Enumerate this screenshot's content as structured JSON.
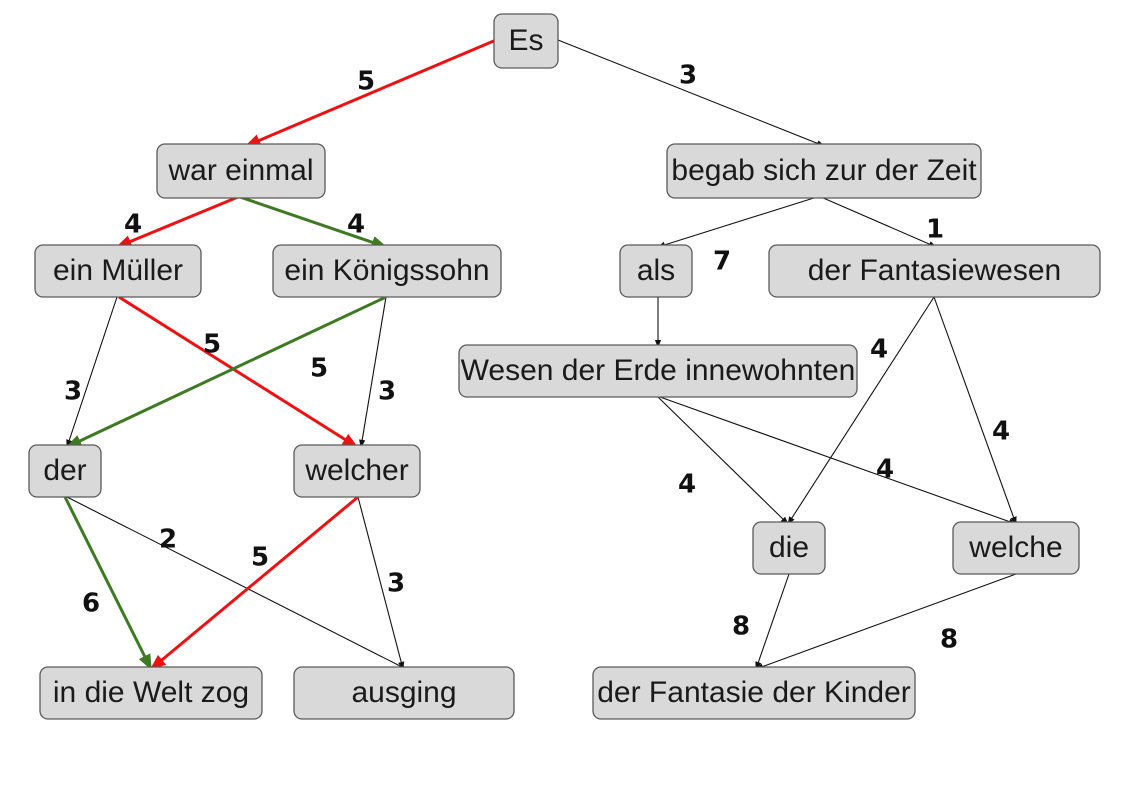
{
  "colors": {
    "black": "#111111",
    "red": "#ee1111",
    "green": "#3d7a22"
  },
  "nodes": [
    {
      "id": "es",
      "label": "Es"
    },
    {
      "id": "war-einmal",
      "label": "war einmal"
    },
    {
      "id": "begab",
      "label": "begab sich zur der Zeit"
    },
    {
      "id": "ein-mueller",
      "label": "ein Müller"
    },
    {
      "id": "ein-koenigssohn",
      "label": "ein Königssohn"
    },
    {
      "id": "als",
      "label": "als"
    },
    {
      "id": "der-fantasiewesen",
      "label": "der Fantasiewesen"
    },
    {
      "id": "wesen",
      "label": "Wesen der Erde innewohnten"
    },
    {
      "id": "der",
      "label": "der"
    },
    {
      "id": "welcher",
      "label": "welcher"
    },
    {
      "id": "die",
      "label": "die"
    },
    {
      "id": "welche",
      "label": "welche"
    },
    {
      "id": "in-die-welt-zog",
      "label": "in die Welt zog"
    },
    {
      "id": "ausging",
      "label": "ausging"
    },
    {
      "id": "der-fantasie-der-kinder",
      "label": "der Fantasie der Kinder"
    }
  ],
  "edges": [
    {
      "from": "es",
      "to": "war-einmal",
      "weight": "5",
      "color": "red"
    },
    {
      "from": "es",
      "to": "begab",
      "weight": "3",
      "color": "black"
    },
    {
      "from": "war-einmal",
      "to": "ein-mueller",
      "weight": "4",
      "color": "red"
    },
    {
      "from": "war-einmal",
      "to": "ein-koenigssohn",
      "weight": "4",
      "color": "green"
    },
    {
      "from": "begab",
      "to": "als",
      "weight": "7",
      "color": "black"
    },
    {
      "from": "begab",
      "to": "der-fantasiewesen",
      "weight": "1",
      "color": "black"
    },
    {
      "from": "ein-mueller",
      "to": "der",
      "weight": "3",
      "color": "black"
    },
    {
      "from": "ein-mueller",
      "to": "welcher",
      "weight": "5",
      "color": "red"
    },
    {
      "from": "ein-koenigssohn",
      "to": "der",
      "weight": "5",
      "color": "green"
    },
    {
      "from": "ein-koenigssohn",
      "to": "welcher",
      "weight": "3",
      "color": "black"
    },
    {
      "from": "als",
      "to": "wesen",
      "weight": "",
      "color": "black"
    },
    {
      "from": "der-fantasiewesen",
      "to": "die",
      "weight": "4",
      "color": "black"
    },
    {
      "from": "der-fantasiewesen",
      "to": "welche",
      "weight": "4",
      "color": "black"
    },
    {
      "from": "wesen",
      "to": "die",
      "weight": "4",
      "color": "black"
    },
    {
      "from": "wesen",
      "to": "welche",
      "weight": "4",
      "color": "black"
    },
    {
      "from": "der",
      "to": "in-die-welt-zog",
      "weight": "6",
      "color": "green"
    },
    {
      "from": "der",
      "to": "ausging",
      "weight": "2",
      "color": "black"
    },
    {
      "from": "welcher",
      "to": "in-die-welt-zog",
      "weight": "5",
      "color": "red"
    },
    {
      "from": "welcher",
      "to": "ausging",
      "weight": "3",
      "color": "black"
    },
    {
      "from": "die",
      "to": "der-fantasie-der-kinder",
      "weight": "8",
      "color": "black"
    },
    {
      "from": "welche",
      "to": "der-fantasie-der-kinder",
      "weight": "8",
      "color": "black"
    }
  ]
}
